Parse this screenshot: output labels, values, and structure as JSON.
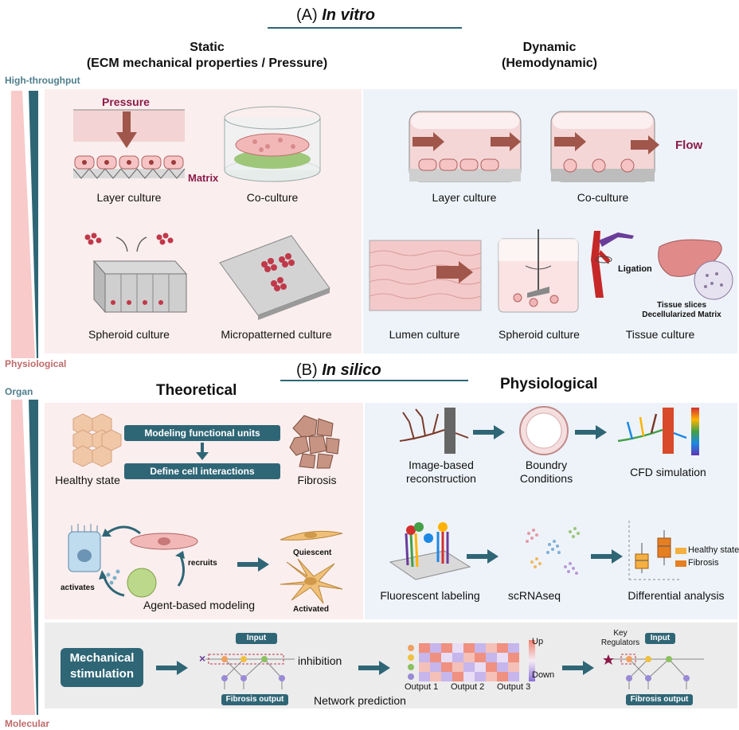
{
  "section_a": {
    "letter": "(A)",
    "title": "In vitro"
  },
  "section_b": {
    "letter": "(B)",
    "title": "In silico"
  },
  "side_labels": {
    "high_throughput": "High-throughput",
    "physiological": "Physiological",
    "organ": "Organ",
    "molecular": "Molecular"
  },
  "in_vitro": {
    "static_title_1": "Static",
    "static_title_2": "(ECM mechanical properties / Pressure)",
    "dynamic_title_1": "Dynamic",
    "dynamic_title_2": "(Hemodynamic)",
    "pressure": "Pressure",
    "matrix": "Matrix",
    "flow": "Flow",
    "ligation": "Ligation",
    "tissue_slices": "Tissue slices",
    "decellularized": "Decellularized Matrix",
    "static_items": [
      "Layer culture",
      "Co-culture",
      "Spheroid culture",
      "Micropatterned culture"
    ],
    "dynamic_items": [
      "Layer culture",
      "Co-culture",
      "Lumen culture",
      "Spheroid culture",
      "Tissue culture"
    ]
  },
  "in_silico": {
    "theoretical_title": "Theoretical",
    "physiological_title": "Physiological",
    "healthy_state": "Healthy state",
    "modeling_units": "Modeling functional units",
    "define_interactions": "Define cell interactions",
    "fibrosis": "Fibrosis",
    "recruits": "recruits",
    "activates": "activates",
    "quiescent": "Quiescent",
    "activated": "Activated",
    "agent_based": "Agent-based modeling",
    "image_based_1": "Image-based",
    "image_based_2": "reconstruction",
    "boundary_1": "Boundry",
    "boundary_2": "Conditions",
    "cfd": "CFD simulation",
    "fluorescent": "Fluorescent labeling",
    "scrnaseq": "scRNAseq",
    "differential": "Differential analysis",
    "legend_healthy": "Healthy state",
    "legend_fibrosis": "Fibrosis",
    "mechanical_1": "Mechanical",
    "mechanical_2": "stimulation",
    "input": "Input",
    "fibrosis_output": "Fibrosis output",
    "inhibition": "inhibition",
    "up": "Up",
    "down": "Down",
    "output_1": "Output 1",
    "output_2": "Output 2",
    "output_3": "Output 3",
    "network_prediction": "Network prediction",
    "key_regulators_1": "Key",
    "key_regulators_2": "Regulators"
  },
  "colors": {
    "teal": "#2f6676",
    "maroon": "#8b1a4a",
    "arrow_brown": "#a0564a",
    "pink_panel": "#fbeeee",
    "blue_panel": "#eef3f9",
    "gray_panel": "#ececec"
  }
}
